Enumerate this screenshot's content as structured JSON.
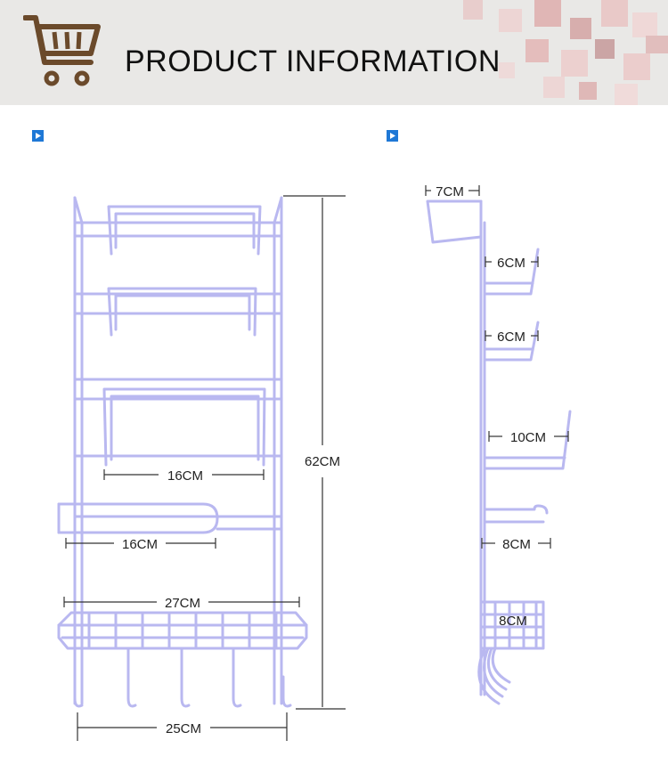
{
  "header": {
    "title": "PRODUCT INFORMATION"
  },
  "front_view": {
    "height_label": "62CM",
    "shelf_width_label": "16CM",
    "roll_bar_label": "16CM",
    "basket_top_label": "27CM",
    "bottom_width_label": "25CM"
  },
  "side_view": {
    "hook_label": "7CM",
    "shelf1_label": "6CM",
    "shelf2_label": "6CM",
    "shelf3_label": "10CM",
    "roll_label": "8CM",
    "basket_label": "8CM"
  },
  "colors": {
    "marker": "#1e78d6",
    "wire": "#b9b8f0",
    "dimension_line": "#333333"
  }
}
